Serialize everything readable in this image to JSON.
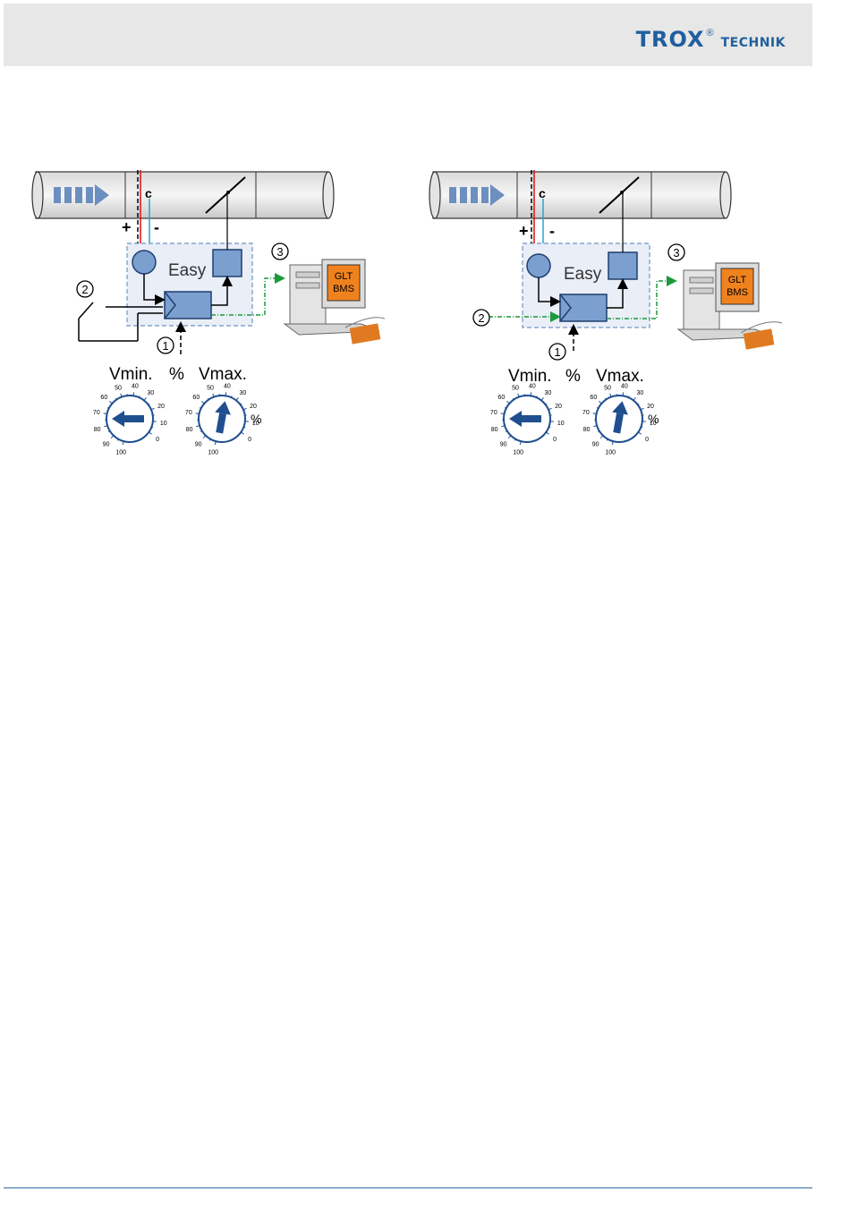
{
  "header": {
    "logo_trox": "TROX",
    "logo_registered": "®",
    "logo_technik": "TECHNIK"
  },
  "diagrams": [
    {
      "controller_label": "Easy",
      "plus_label": "+",
      "minus_label": "-",
      "sensor_label": "c",
      "marker_1": "1",
      "marker_2": "2",
      "marker_3": "3",
      "bms_line1": "GLT",
      "bms_line2": "BMS",
      "vmin_label": "Vmin.",
      "percent_label": "%",
      "vmax_label": "Vmax.",
      "dial_percent": "%",
      "dial_ticks": [
        "0",
        "10",
        "20",
        "30",
        "40",
        "50",
        "60",
        "70",
        "80",
        "90",
        "100"
      ],
      "input_type": "switch"
    },
    {
      "controller_label": "Easy",
      "plus_label": "+",
      "minus_label": "-",
      "sensor_label": "c",
      "marker_1": "1",
      "marker_2": "2",
      "marker_3": "3",
      "bms_line1": "GLT",
      "bms_line2": "BMS",
      "vmin_label": "Vmin.",
      "percent_label": "%",
      "vmax_label": "Vmax.",
      "dial_percent": "%",
      "dial_ticks": [
        "0",
        "10",
        "20",
        "30",
        "40",
        "50",
        "60",
        "70",
        "80",
        "90",
        "100"
      ],
      "input_type": "signal"
    }
  ],
  "colors": {
    "brand": "#1f5f9e",
    "component_fill": "#7b9fcf",
    "panel_fill": "#e9eef7",
    "panel_border": "#6f95c2",
    "signal_green": "#1a9a3c",
    "bms_orange": "#f0821e",
    "dial_arrow": "#1f4f8f"
  }
}
